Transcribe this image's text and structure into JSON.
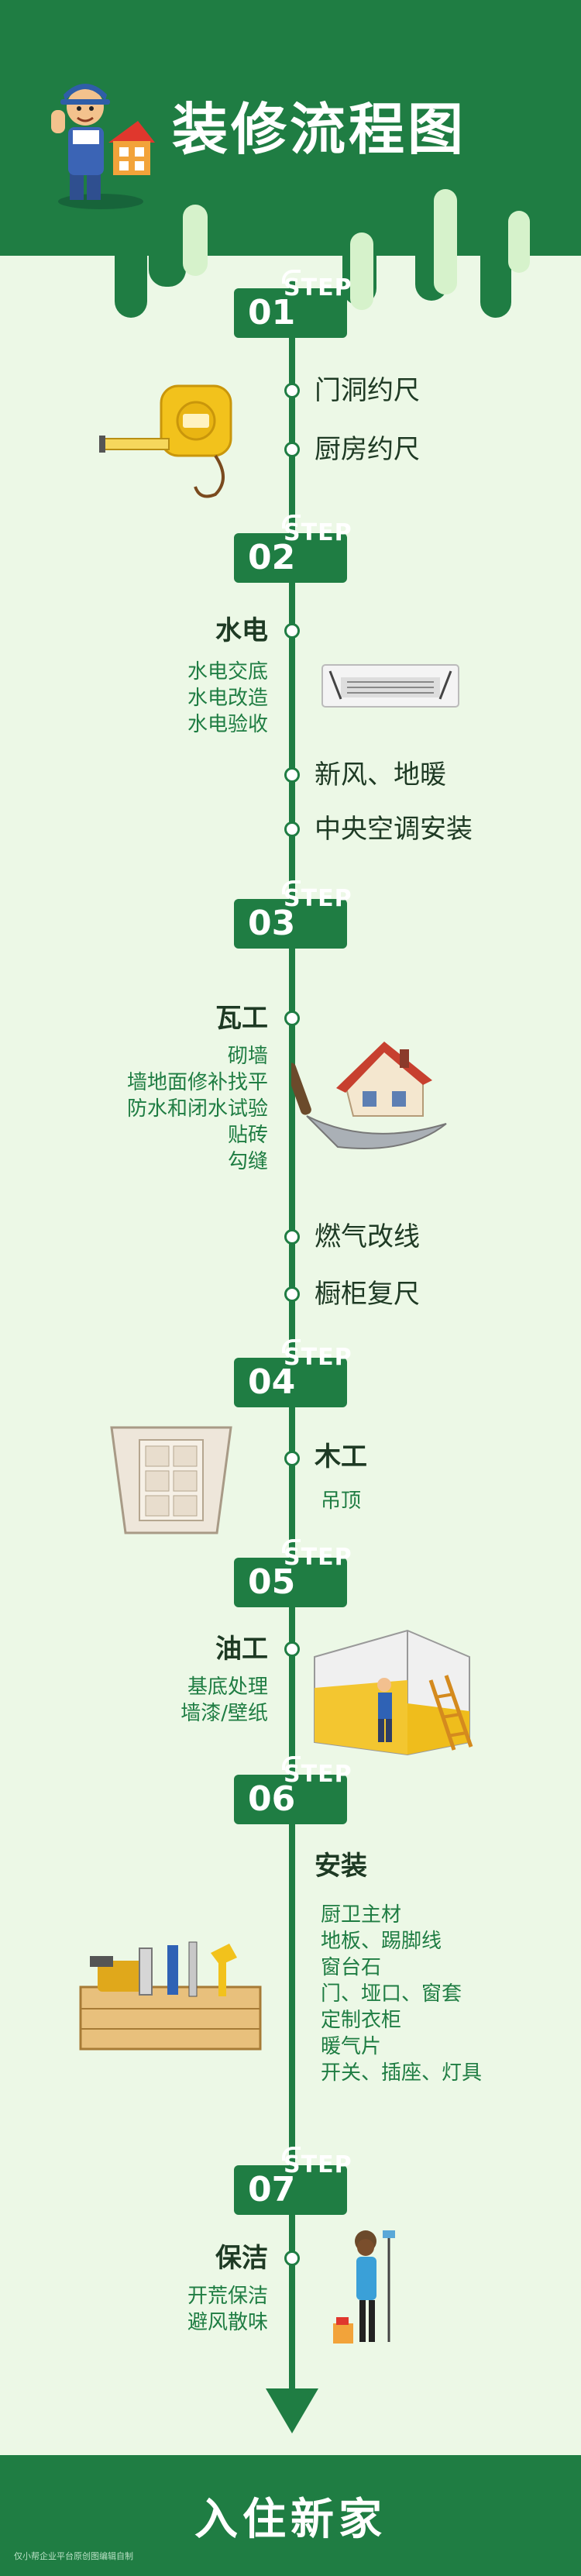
{
  "header": {
    "title": "装修流程图"
  },
  "steps": [
    {
      "num": "01",
      "step": "STEP",
      "items": [
        "门洞约尺",
        "厨房约尺"
      ]
    },
    {
      "num": "02",
      "step": "STEP",
      "title": "水电",
      "subs": [
        "水电交底",
        "水电改造",
        "水电验收"
      ],
      "items": [
        "新风、地暖",
        "中央空调安装"
      ]
    },
    {
      "num": "03",
      "step": "STEP",
      "title": "瓦工",
      "subs": [
        "砌墙",
        "墙地面修补找平",
        "防水和闭水试验",
        "贴砖",
        "勾缝"
      ],
      "items": [
        "燃气改线",
        "橱柜复尺"
      ]
    },
    {
      "num": "04",
      "step": "STEP",
      "title": "木工",
      "subs": [
        "吊顶"
      ]
    },
    {
      "num": "05",
      "step": "STEP",
      "title": "油工",
      "subs": [
        "基底处理",
        "墙漆/壁纸"
      ]
    },
    {
      "num": "06",
      "step": "STEP",
      "title": "安装",
      "subs": [
        "厨卫主材",
        "地板、踢脚线",
        "窗台石",
        "门、垭口、窗套",
        "定制衣柜",
        "暖气片",
        "开关、插座、灯具"
      ]
    },
    {
      "num": "07",
      "step": "STEP",
      "title": "保洁",
      "subs": [
        "开荒保洁",
        "避风散味"
      ]
    }
  ],
  "footer": {
    "text": "入住新家",
    "copyright": "仅小帮企业平台原创图编辑自制"
  },
  "colors": {
    "primary": "#1f7d43",
    "background": "#ecf8e6",
    "accent_light": "#d6f2cb"
  }
}
